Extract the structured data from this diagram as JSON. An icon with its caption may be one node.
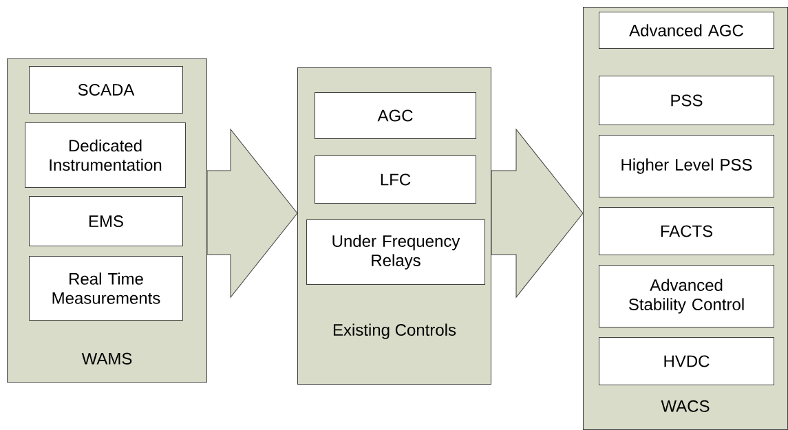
{
  "diagram": {
    "nodes": [
      {
        "text": [
          "WAMS"
        ]
      },
      {
        "text": [
          "SCADA"
        ],
        "in": 0
      },
      {
        "text": [
          "Dedicated Instrumentation"
        ],
        "in": 0
      },
      {
        "text": [
          "EMS"
        ],
        "in": 0
      },
      {
        "text": [
          "Real Time Measurements"
        ],
        "in": 0
      },
      {
        "text": [
          "Existing Controls"
        ]
      },
      {
        "text": [
          "AGC"
        ],
        "in": 5
      },
      {
        "text": [
          "LFC"
        ],
        "in": 5
      },
      {
        "text": [
          "Under Frequency Relays"
        ],
        "in": 5
      },
      {
        "text": [
          "WACS"
        ]
      },
      {
        "text": [
          "Advanced AGC"
        ],
        "in": 9
      },
      {
        "text": [
          "PSS"
        ],
        "in": 9
      },
      {
        "text": [
          "Higher Level PSS"
        ],
        "in": 9
      },
      {
        "text": [
          "FACTS"
        ],
        "in": 9
      },
      {
        "text": [
          "Advanced Stability Control"
        ],
        "in": 9
      },
      {
        "text": [
          "HVDC"
        ],
        "in": 9
      }
    ],
    "edges": [
      {
        "from": 0,
        "to": 5,
        "arrow": "to"
      },
      {
        "from": 5,
        "to": 9,
        "arrow": "to"
      }
    ]
  }
}
